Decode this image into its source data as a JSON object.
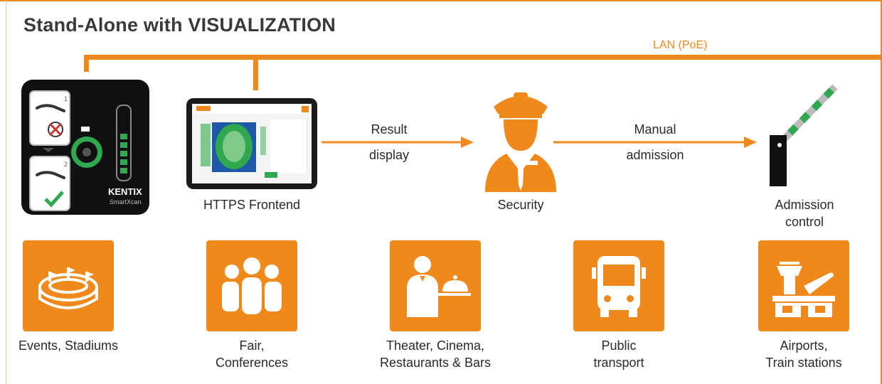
{
  "title": "Stand-Alone with VISUALIZATION",
  "network_label": "LAN (PoE)",
  "device": {
    "brand": "KENTIX",
    "model": "SmartXcan",
    "slot1": "1",
    "slot2": "2"
  },
  "frontend": {
    "label": "HTTPS Frontend"
  },
  "flow1": {
    "line1": "Result",
    "line2": "display"
  },
  "security": {
    "label": "Security"
  },
  "flow2": {
    "line1": "Manual",
    "line2": "admission"
  },
  "admission": {
    "line1": "Admission",
    "line2": "control"
  },
  "categories": [
    {
      "line1": "Events, Stadiums",
      "line2": "",
      "icon": "stadium-icon"
    },
    {
      "line1": "Fair,",
      "line2": "Conferences",
      "icon": "people-group-icon"
    },
    {
      "line1": "Theater, Cinema,",
      "line2": "Restaurants & Bars",
      "icon": "waiter-cloche-icon"
    },
    {
      "line1": "Public",
      "line2": "transport",
      "icon": "bus-icon"
    },
    {
      "line1": "Airports,",
      "line2": "Train stations",
      "icon": "airport-icon"
    }
  ],
  "colors": {
    "accent": "#f0891b",
    "device": "#111111",
    "barrier_green": "#2fa84f"
  }
}
